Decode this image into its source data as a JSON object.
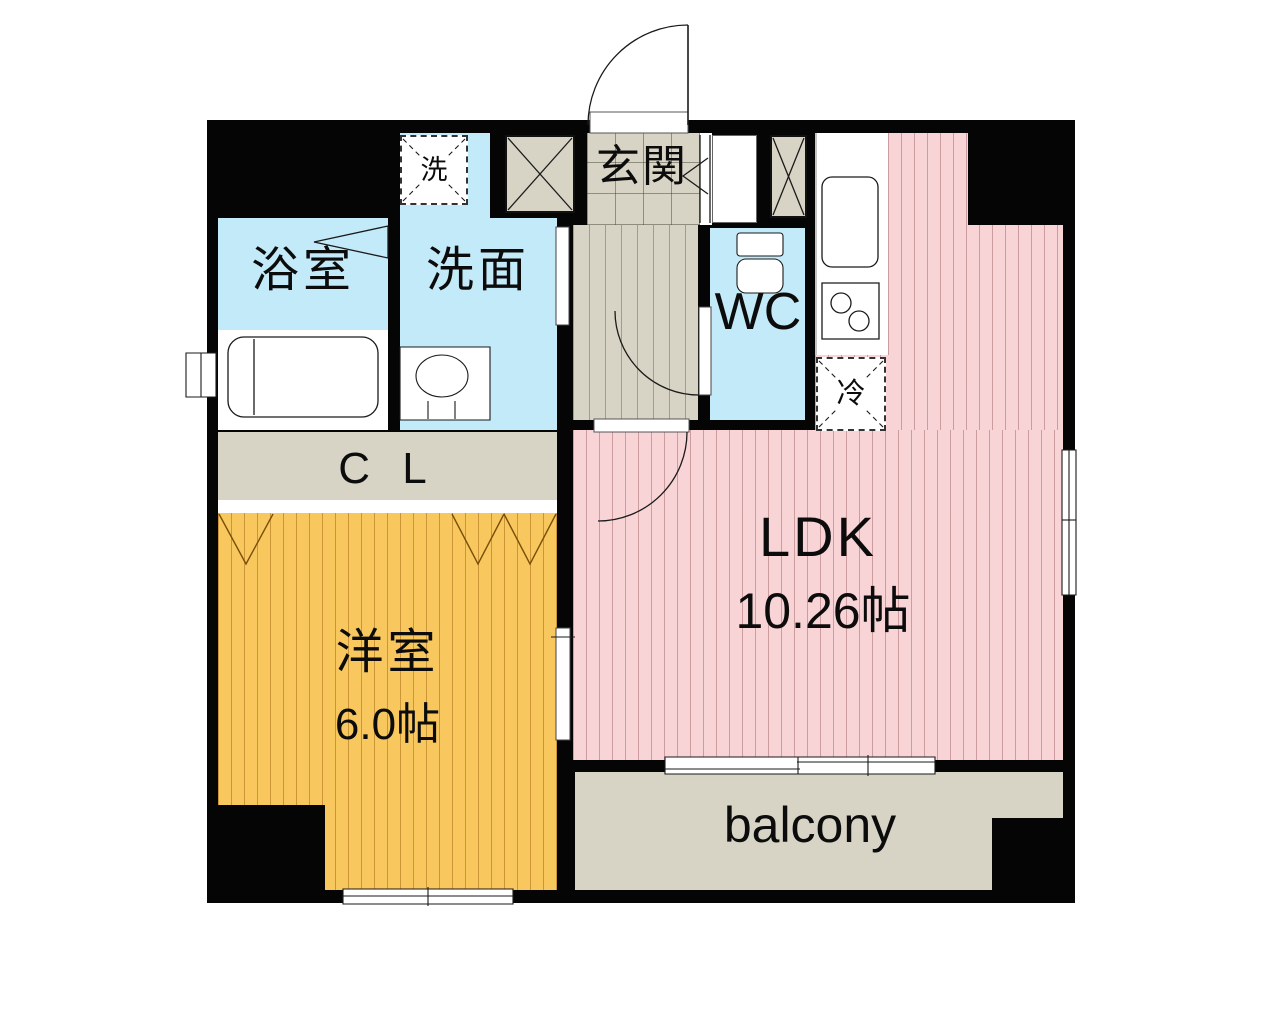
{
  "floorplan": {
    "rooms": {
      "bathroom": {
        "label": "浴室"
      },
      "washroom": {
        "label": "洗面"
      },
      "washer_space": {
        "label": "洗"
      },
      "entrance": {
        "label": "玄関"
      },
      "toilet": {
        "label": "WC"
      },
      "refrigerator_space": {
        "label": "冷"
      },
      "closet": {
        "label": "C L"
      },
      "ldk": {
        "label": "LDK",
        "area": "10.26帖"
      },
      "western_room": {
        "label": "洋室",
        "area": "6.0帖"
      },
      "balcony": {
        "label": "balcony"
      }
    },
    "colors": {
      "wall": "#050505",
      "wet_area": "#c3eaf8",
      "ldk_floor": "#f9d4d6",
      "western_floor": "#f8c75e",
      "tile_gray": "#d7d4c5",
      "background": "#ffffff"
    }
  }
}
